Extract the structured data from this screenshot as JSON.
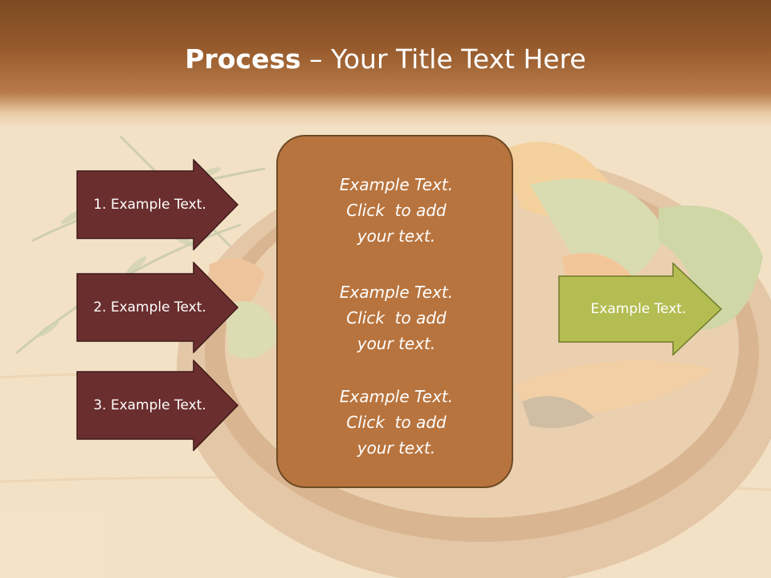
{
  "slide": {
    "title_bold": "Process",
    "title_rest": " – Your Title Text Here"
  },
  "steps": [
    {
      "label": "1. Example Text."
    },
    {
      "label": "2. Example Text."
    },
    {
      "label": "3. Example Text."
    }
  ],
  "center_box": {
    "paragraphs": [
      {
        "line1": "Example Text.",
        "line2": "Click  to add",
        "line3": "your text."
      },
      {
        "line1": "Example Text.",
        "line2": "Click  to add",
        "line3": "your text."
      },
      {
        "line1": "Example Text.",
        "line2": "Click  to add",
        "line3": "your text."
      }
    ]
  },
  "output": {
    "label": "Example Text."
  },
  "colors": {
    "title_band": "#94582a",
    "step_arrow_fill": "#6b2e2e",
    "center_box_fill": "#b8743e",
    "output_arrow_fill": "#b3bd52"
  }
}
